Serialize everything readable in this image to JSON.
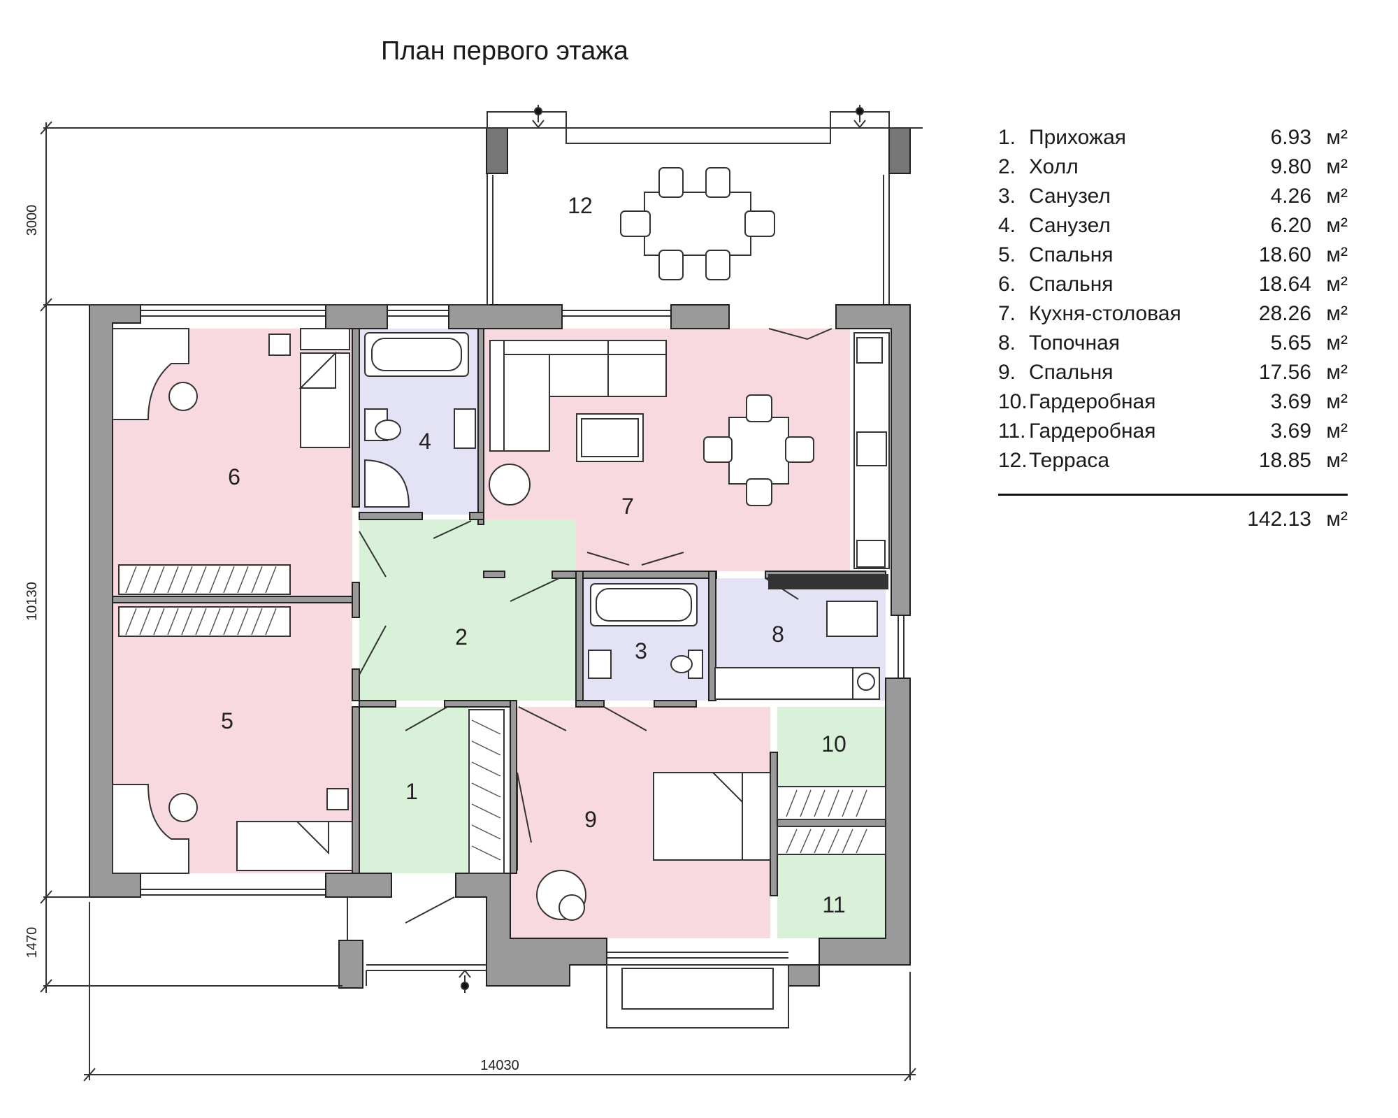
{
  "title": "План первого этажа",
  "dimensions": {
    "total_width": "14030",
    "terrace_depth": "3000",
    "house_depth": "10130",
    "porch_depth": "1470"
  },
  "rooms": [
    {
      "num": "1.",
      "label": "1",
      "name": "Прихожая",
      "area": "6.93",
      "unit": "м²",
      "color": "#d9f0d9"
    },
    {
      "num": "2.",
      "label": "2",
      "name": "Холл",
      "area": "9.80",
      "unit": "м²",
      "color": "#d9f0d9"
    },
    {
      "num": "3.",
      "label": "3",
      "name": "Санузел",
      "area": "4.26",
      "unit": "м²",
      "color": "#e3e3f5"
    },
    {
      "num": "4.",
      "label": "4",
      "name": "Санузел",
      "area": "6.20",
      "unit": "м²",
      "color": "#e3e3f5"
    },
    {
      "num": "5.",
      "label": "5",
      "name": "Спальня",
      "area": "18.60",
      "unit": "м²",
      "color": "#f9d9e0"
    },
    {
      "num": "6.",
      "label": "6",
      "name": "Спальня",
      "area": "18.64",
      "unit": "м²",
      "color": "#f9d9e0"
    },
    {
      "num": "7.",
      "label": "7",
      "name": "Кухня-столовая",
      "area": "28.26",
      "unit": "м²",
      "color": "#f9d9e0"
    },
    {
      "num": "8.",
      "label": "8",
      "name": "Топочная",
      "area": "5.65",
      "unit": "м²",
      "color": "#e3e3f5"
    },
    {
      "num": "9.",
      "label": "9",
      "name": "Спальня",
      "area": "17.56",
      "unit": "м²",
      "color": "#f9d9e0"
    },
    {
      "num": "10.",
      "label": "10",
      "name": "Гардеробная",
      "area": "3.69",
      "unit": "м²",
      "color": "#d9f0d9"
    },
    {
      "num": "11.",
      "label": "11",
      "name": "Гардеробная",
      "area": "3.69",
      "unit": "м²",
      "color": "#d9f0d9"
    },
    {
      "num": "12.",
      "label": "12",
      "name": "Терраса",
      "area": "18.85",
      "unit": "м²",
      "color": "#ffffff"
    }
  ],
  "total": {
    "area": "142.13",
    "unit": "м²"
  },
  "colors": {
    "wall": "#9a9a9a",
    "wall_stroke": "#222222",
    "line": "#333333"
  }
}
